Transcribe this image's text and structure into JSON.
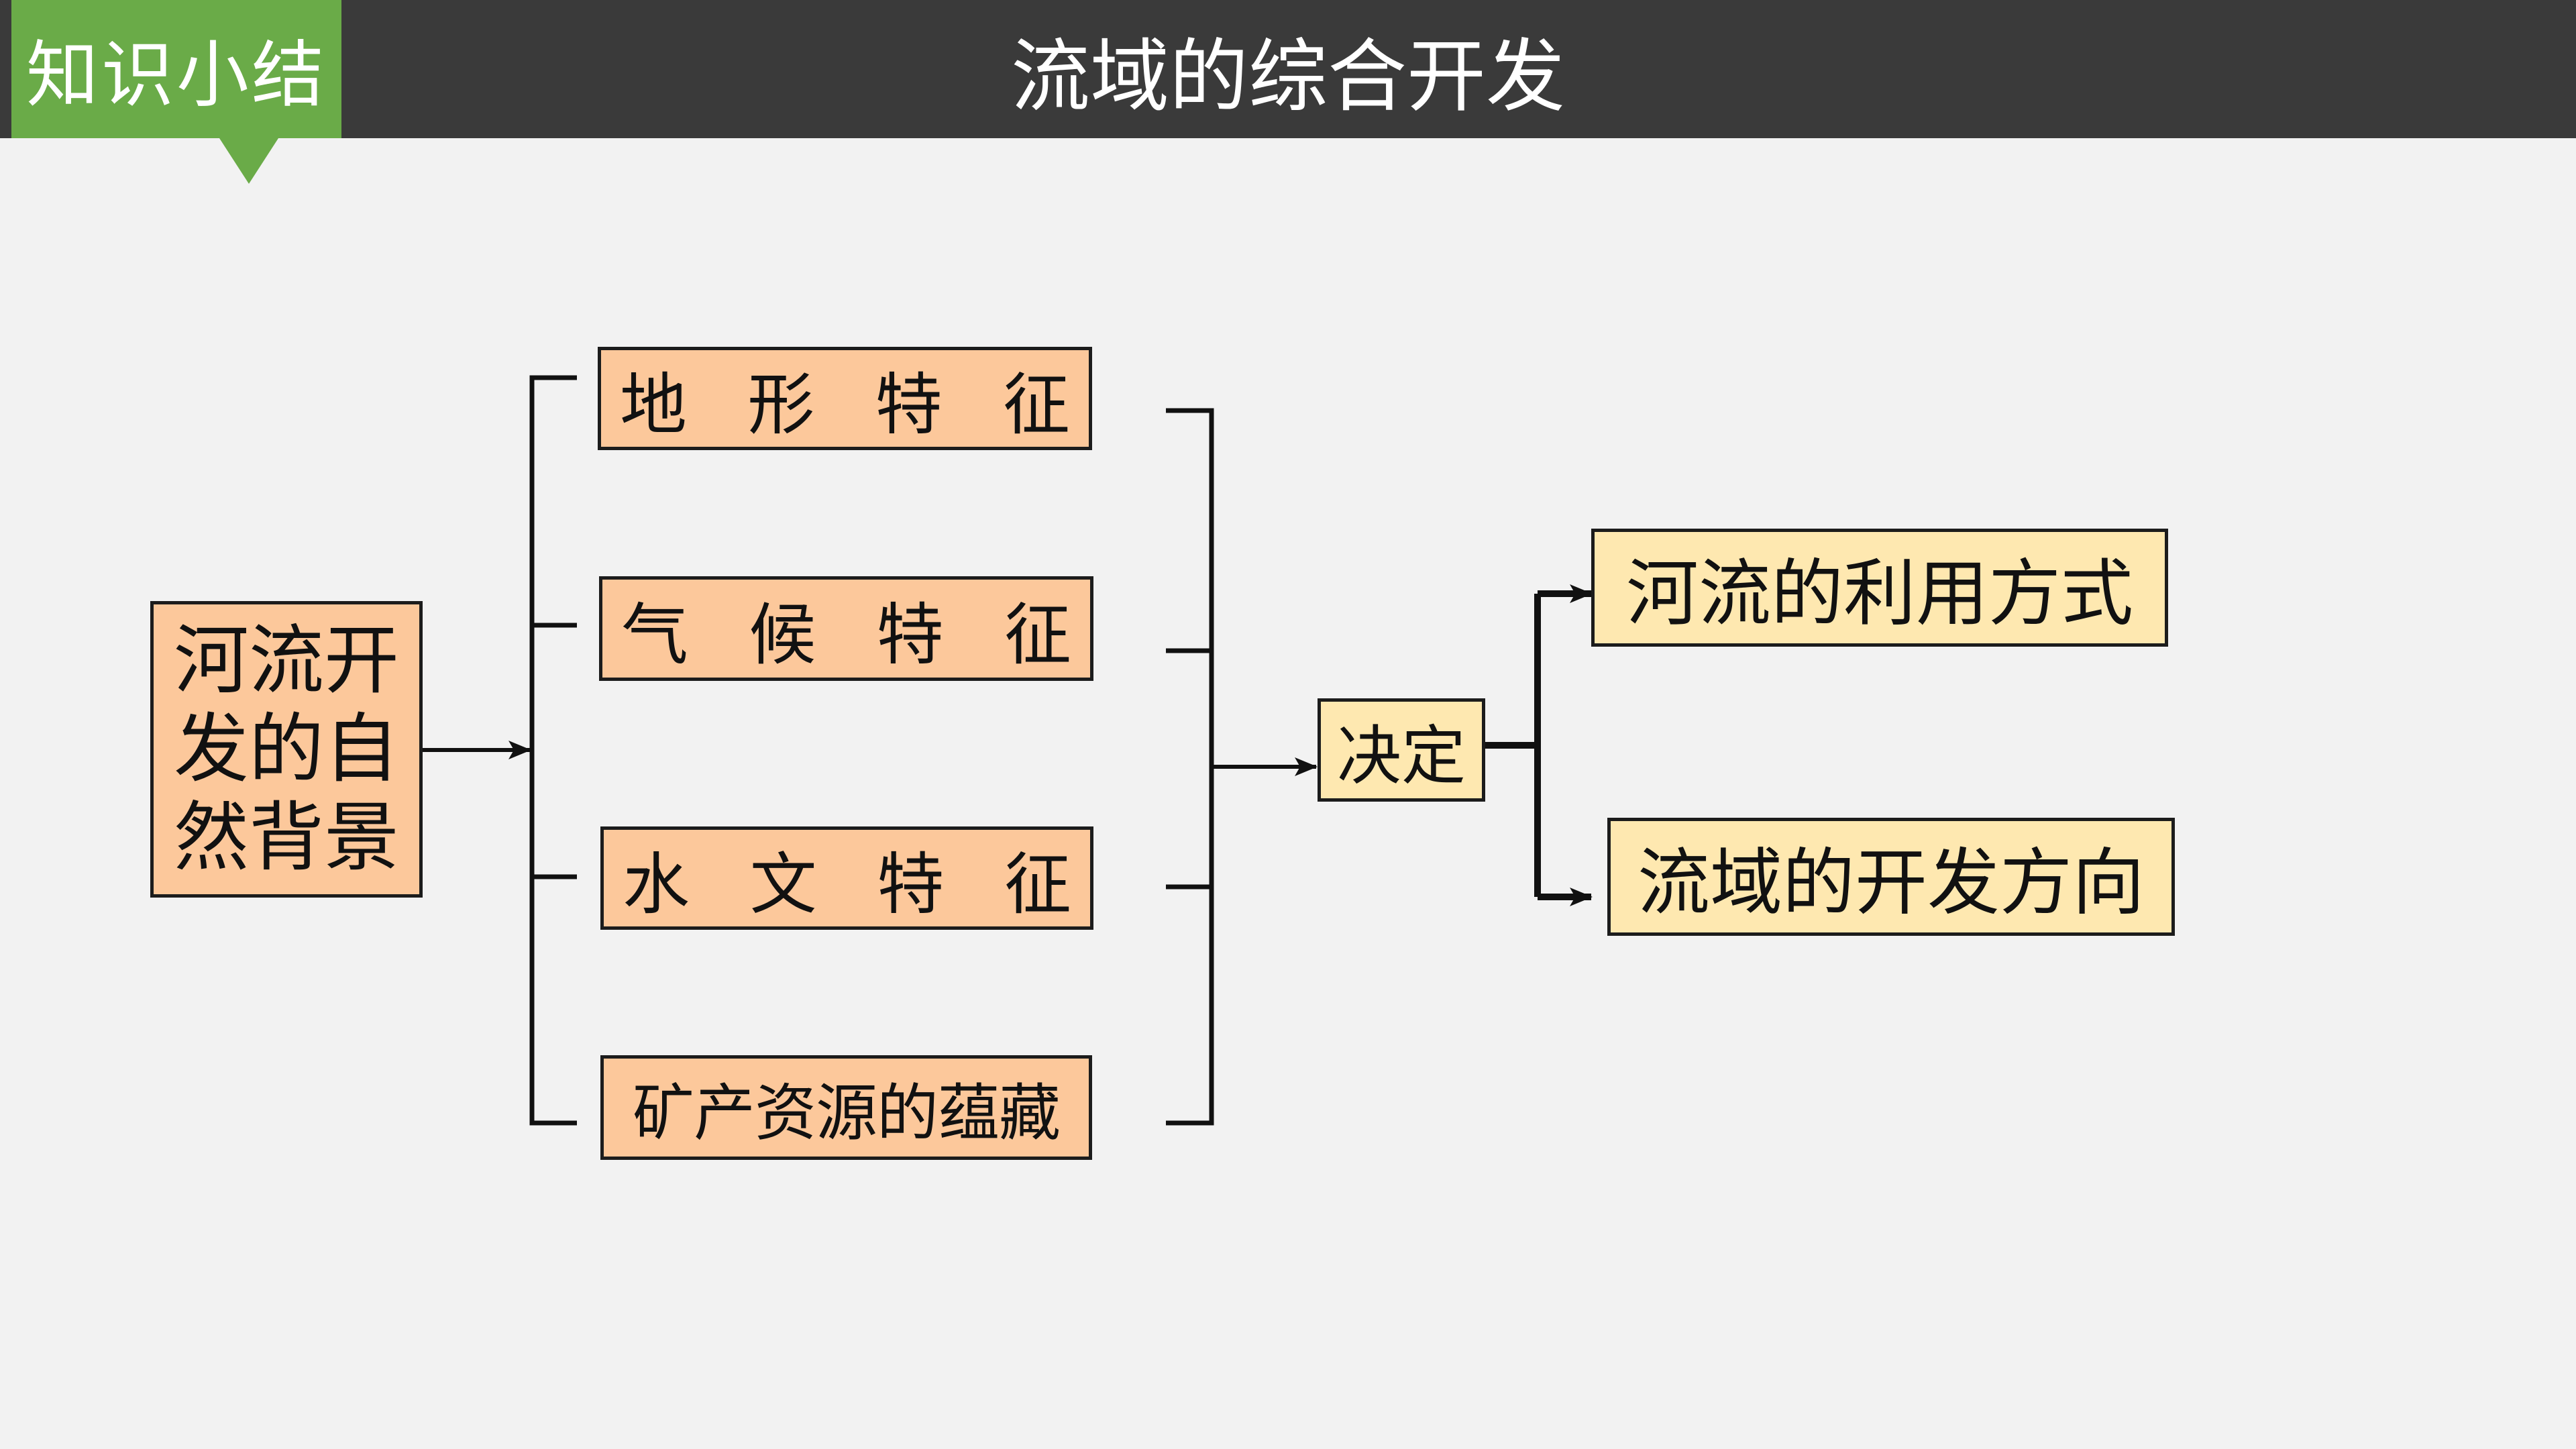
{
  "header": {
    "tag": "知识小结",
    "title": "流域的综合开发"
  },
  "diagram": {
    "left": [
      "河流开",
      "发的自",
      "然背景"
    ],
    "factors": [
      {
        "chars": [
          "地",
          "形",
          "特",
          "征"
        ]
      },
      {
        "chars": [
          "气",
          "候",
          "特",
          "征"
        ]
      },
      {
        "chars": [
          "水",
          "文",
          "特",
          "征"
        ]
      },
      {
        "text": "矿产资源的蕴藏"
      }
    ],
    "middle": "决定",
    "outcomes": [
      "河流的利用方式",
      "流域的开发方向"
    ]
  },
  "colors": {
    "header_bg": "#3a3a3a",
    "tag_green": "#6aab48",
    "box_orange": "#fcc89b",
    "box_yellow": "#fee8b0",
    "page_bg": "#f2f2f2"
  }
}
